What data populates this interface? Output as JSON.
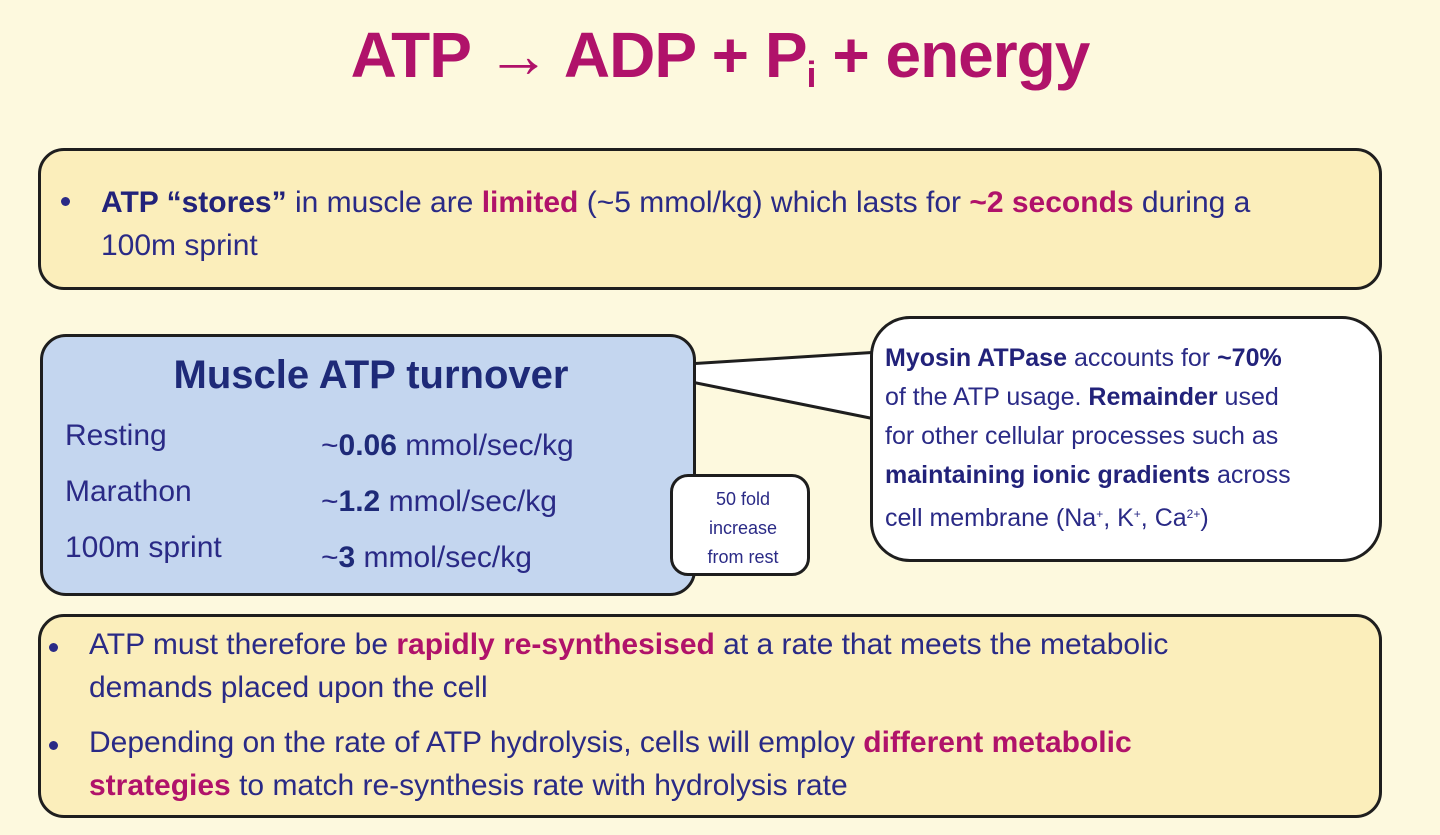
{
  "title": {
    "equation_main": "ATP → ADP + P",
    "subscript": "i",
    "equation_end": " + energy"
  },
  "top_box": {
    "bullet_1": {
      "part1_bold": "ATP “stores”",
      "part2": " in muscle are ",
      "part3_pink": "limited",
      "part4": " (~5 mmol/kg) which lasts for ",
      "part5_pink": "~2 seconds",
      "part6": " during a",
      "line2": "100m sprint"
    }
  },
  "turnover": {
    "title": "Muscle ATP turnover",
    "rows": [
      {
        "label": "Resting",
        "prefix": "~",
        "value": "0.06",
        "unit": " mmol/sec/kg"
      },
      {
        "label": "Marathon",
        "prefix": "~",
        "value": "1.2",
        "unit": " mmol/sec/kg"
      },
      {
        "label": "100m sprint",
        "prefix": "~",
        "value": "3",
        "unit": " mmol/sec/kg"
      }
    ]
  },
  "myosin_callout": {
    "l1_bold": "Myosin ATPase",
    "l1_rest": " accounts for ",
    "l1_bold2": "~70%",
    "l2_a": "of the ATP usage. ",
    "l2_bold": "Remainder",
    "l2_b": " used",
    "l3": "for other cellular processes such  as",
    "l4_bold": "maintaining ionic gradients",
    "l4_rest": "  across",
    "l5_a": "cell membrane (Na",
    "l5_sup1": "+",
    "l5_b": ", K",
    "l5_sup2": "+",
    "l5_c": ", Ca",
    "l5_sup3": "2+",
    "l5_d": ")"
  },
  "fold_callout": {
    "line1": "50   fold",
    "line2": "increase",
    "line3": "from rest"
  },
  "bottom_box": {
    "bullet_1": {
      "a": "ATP must therefore be ",
      "pink": "rapidly re-synthesised",
      "b": " at a rate that meets the metabolic",
      "line2": "demands placed upon the  cell"
    },
    "bullet_2": {
      "a": "Depending on the rate of ATP hydrolysis, cells will employ ",
      "pink1": "different metabolic",
      "pink2": "strategies",
      "b": " to match re-synthesis rate with hydrolysis  rate"
    }
  },
  "colors": {
    "background": "#fdf9de",
    "title_magenta": "#b0126a",
    "text_navy": "#2a2a86",
    "yellow_box": "#fbeebb",
    "blue_box": "#c4d6ef"
  }
}
